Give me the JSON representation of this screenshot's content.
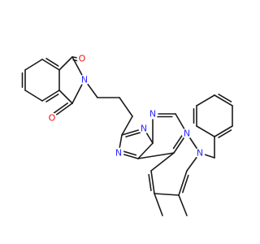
{
  "molecule": {
    "atom_colors": {
      "N": "#2929ff",
      "O": "#ff0d0d"
    },
    "heteroatoms": [
      {
        "id": "o1",
        "element": "O",
        "label": "O"
      },
      {
        "id": "o2",
        "element": "O",
        "label": "O"
      },
      {
        "id": "n_imide",
        "element": "N",
        "label": "N"
      },
      {
        "id": "n_tri1",
        "element": "N",
        "label": "N"
      },
      {
        "id": "n_tri2",
        "element": "N",
        "label": "N"
      },
      {
        "id": "n_pyr1",
        "element": "N",
        "label": "N"
      },
      {
        "id": "n_pyr2",
        "element": "N",
        "label": "N"
      },
      {
        "id": "n_pyrrole",
        "element": "N",
        "label": "N"
      }
    ]
  }
}
